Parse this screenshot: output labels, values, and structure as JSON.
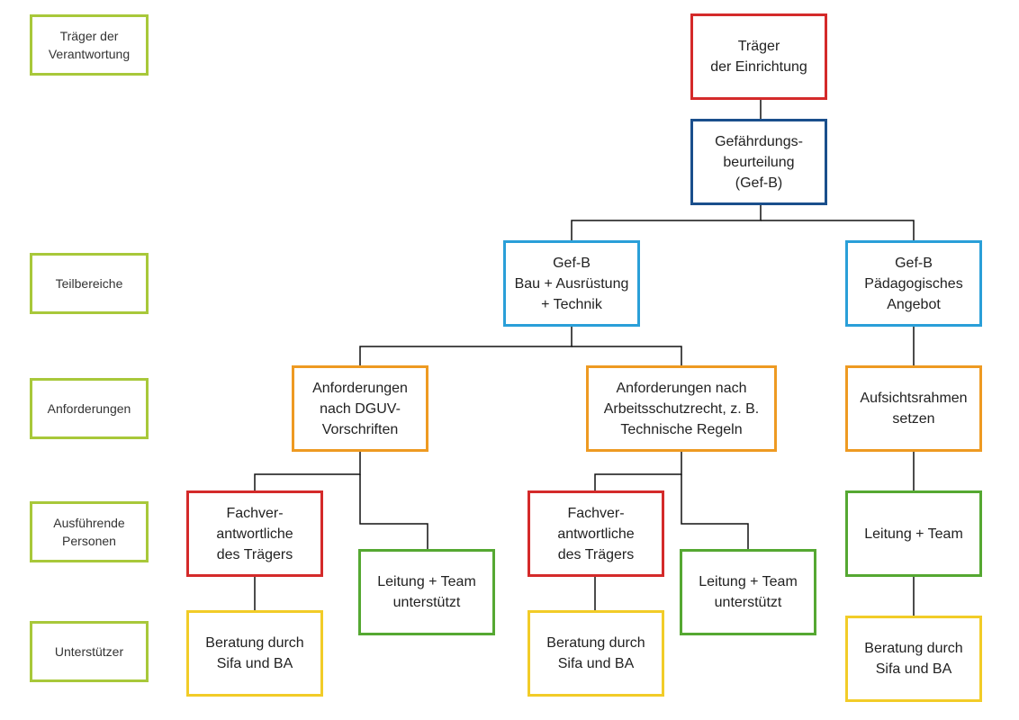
{
  "row_labels": {
    "traeger": "Träger der\nVerantwortung",
    "teilbereiche": "Teilbereiche",
    "anforderungen": "Anforderungen",
    "ausfuehrende": "Ausführende\nPersonen",
    "unterstuetzer": "Unterstützer"
  },
  "nodes": {
    "traeger_einrichtung": "Träger\nder Einrichtung",
    "gefb": "Gefährdungs-\nbeurteilung\n(Gef-B)",
    "gefb_bau": "Gef-B\nBau + Ausrüstung\n+ Technik",
    "gefb_paed": "Gef-B\nPädagogisches\nAngebot",
    "anf_dguv": "Anforderungen\nnach DGUV-\nVorschriften",
    "anf_arbeitsschutz": "Anforderungen nach\nArbeitsschutzrecht, z. B.\nTechnische Regeln",
    "aufsichtsrahmen": "Aufsichtsrahmen\nsetzen",
    "fach_1": "Fachver-\nantwortliche\ndes Trägers",
    "leitung_1": "Leitung + Team\nunterstützt",
    "fach_2": "Fachver-\nantwortliche\ndes Trägers",
    "leitung_2": "Leitung + Team\nunterstützt",
    "leitung_3": "Leitung + Team",
    "beratung_1": "Beratung durch\nSifa und BA",
    "beratung_2": "Beratung durch\nSifa und BA",
    "beratung_3": "Beratung durch\nSifa und BA"
  },
  "colors": {
    "label_border": "#a8c83a",
    "red": "#d42a2a",
    "navy": "#1a4f8c",
    "cyan": "#2a9fd8",
    "orange": "#ee9a22",
    "green": "#55a832",
    "yellow": "#f2cc28"
  }
}
